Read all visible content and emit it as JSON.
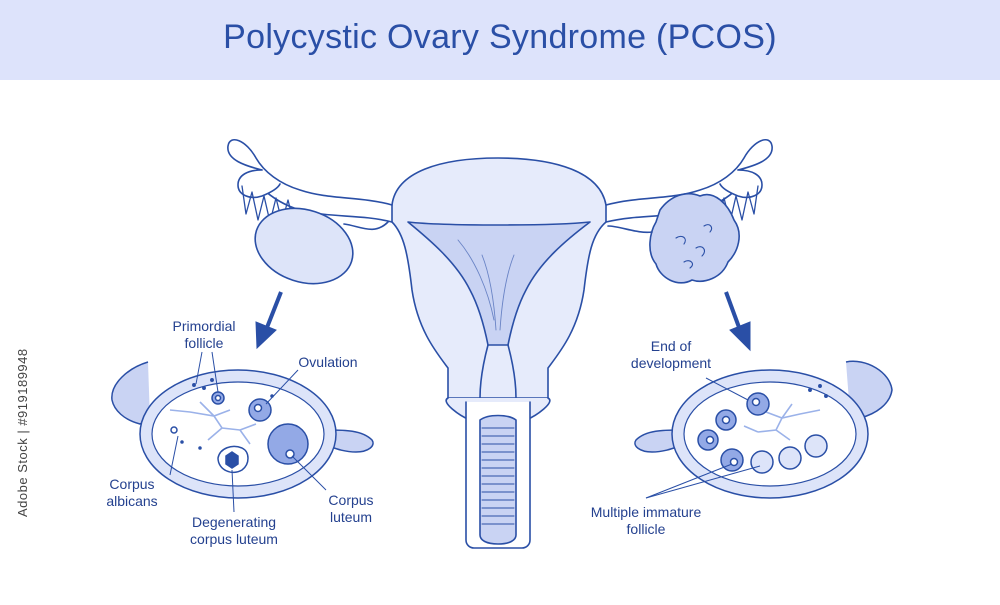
{
  "title": "Polycystic Ovary Syndrome (PCOS)",
  "labels": {
    "primordial_follicle": "Primordial\nfollicle",
    "ovulation": "Ovulation",
    "corpus_albicans": "Corpus\nalbicans",
    "degenerating_corpus_luteum": "Degenerating\ncorpus luteum",
    "corpus_luteum": "Corpus\nluteum",
    "end_of_development": "End of\ndevelopment",
    "multiple_immature_follicle": "Multiple immature\nfollicle"
  },
  "stock_id": "Adobe Stock | #919189948",
  "colors": {
    "outline": "#2a4fa6",
    "fill_light": "#e6ebfb",
    "fill_mid": "#c9d3f3",
    "follicle": "#93a9e6",
    "arrow": "#2a4fa6"
  }
}
